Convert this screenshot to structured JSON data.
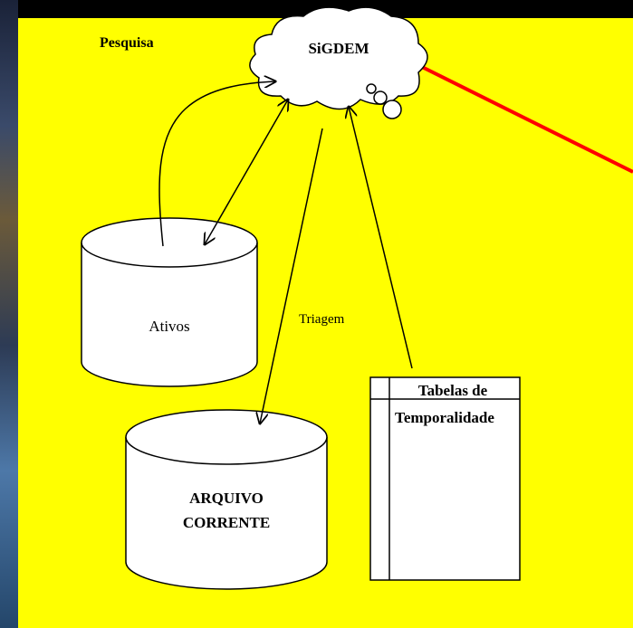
{
  "labels": {
    "pesquisa": "Pesquisa",
    "sigdem": "SiGDEM",
    "ativos": "Ativos",
    "triagem": "Triagem",
    "arquivo_line1": "ARQUIVO",
    "arquivo_line2": "CORRENTE",
    "tabelas_line1": "Tabelas de",
    "tabelas_line2": "Temporalidade"
  },
  "colors": {
    "panel": "#ffff00",
    "pointer": "#ff0000",
    "shape_fill": "#ffffff",
    "stroke": "#000000"
  }
}
